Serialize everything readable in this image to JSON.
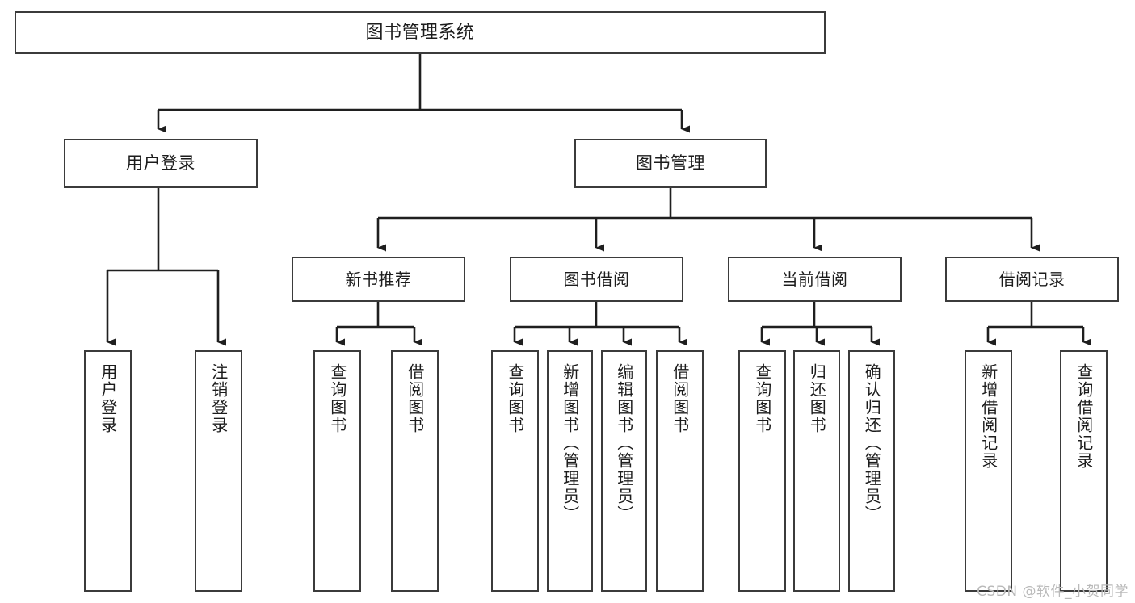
{
  "diagram": {
    "type": "tree",
    "title": "图书管理系统",
    "orientation": "top-down",
    "colors": {
      "box_border": "#3b3b3b",
      "box_fill": "#ffffff",
      "connector": "#1f1f1f",
      "text": "#1c1c1c",
      "watermark": "#b9b9b9"
    },
    "watermark": "CSDN @软件_小贺同学",
    "nodes": {
      "root": {
        "label": "图书管理系统"
      },
      "level2": [
        {
          "id": "user-login",
          "label": "用户登录"
        },
        {
          "id": "book-manage",
          "label": "图书管理"
        }
      ],
      "level3": [
        {
          "id": "new-book-recommend",
          "label": "新书推荐"
        },
        {
          "id": "book-borrow",
          "label": "图书借阅"
        },
        {
          "id": "current-borrow",
          "label": "当前借阅"
        },
        {
          "id": "borrow-record",
          "label": "借阅记录"
        }
      ],
      "leaves": {
        "user_login": [
          {
            "id": "leaf-user-login",
            "label": "用户登录"
          },
          {
            "id": "leaf-user-logout",
            "label": "注销登录"
          }
        ],
        "new_book_recommend": [
          {
            "id": "leaf-query-book-1",
            "label": "查询图书"
          },
          {
            "id": "leaf-borrow-book-1",
            "label": "借阅图书"
          }
        ],
        "book_borrow": [
          {
            "id": "leaf-query-book-2",
            "label": "查询图书"
          },
          {
            "id": "leaf-add-book",
            "label": "新增图书（管理员）"
          },
          {
            "id": "leaf-edit-book",
            "label": "编辑图书（管理员）"
          },
          {
            "id": "leaf-borrow-book-2",
            "label": "借阅图书"
          }
        ],
        "current_borrow": [
          {
            "id": "leaf-query-book-3",
            "label": "查询图书"
          },
          {
            "id": "leaf-return-book",
            "label": "归还图书"
          },
          {
            "id": "leaf-confirm-return",
            "label": "确认归还（管理员）"
          }
        ],
        "borrow_record": [
          {
            "id": "leaf-add-record",
            "label": "新增借阅记录"
          },
          {
            "id": "leaf-query-record",
            "label": "查询借阅记录"
          }
        ]
      }
    }
  }
}
